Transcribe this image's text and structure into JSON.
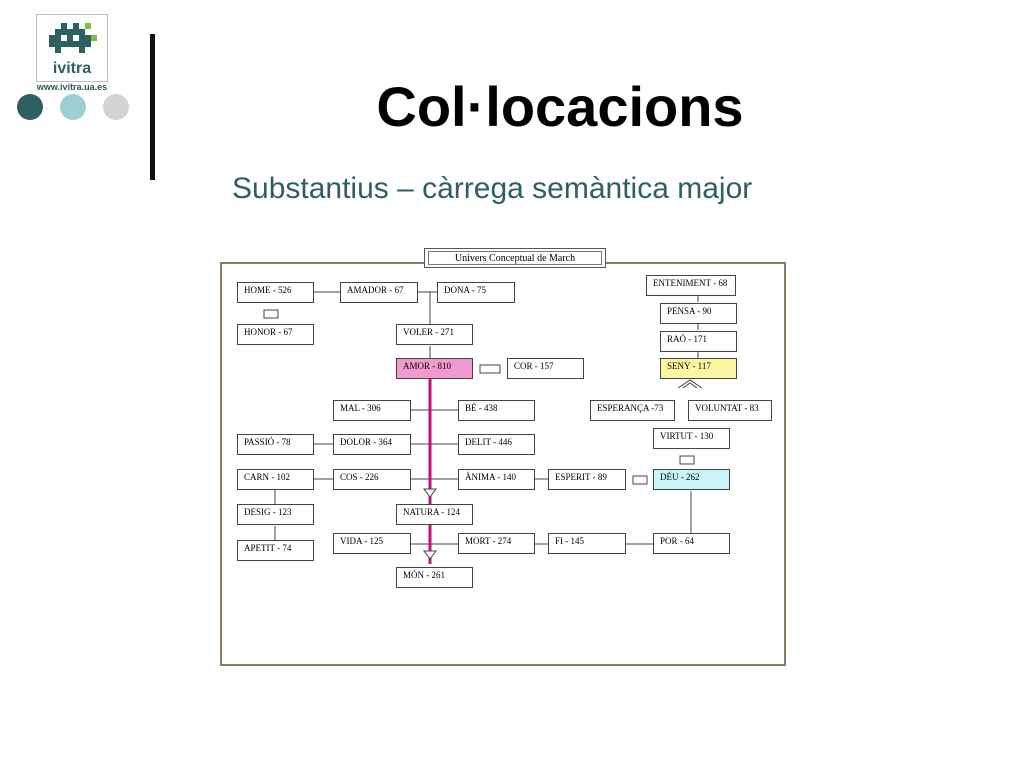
{
  "header": {
    "logo_text": "ivitra",
    "logo_url": "www.ivitra.ua.es",
    "title": "Col·locacions",
    "subtitle": "Substantius – càrrega semàntica major"
  },
  "diagram": {
    "title": "Univers Conceptual de March",
    "nodes": {
      "home": "HOME - 526",
      "amador": "AMADOR - 67",
      "dona": "DONA - 75",
      "honor": "HONOR - 67",
      "voler": "VOLER - 271",
      "amor": "AMOR - 810",
      "cor": "COR - 157",
      "mal": "MAL - 306",
      "be": "BÉ - 438",
      "passio": "PASSIÓ - 78",
      "dolor": "DOLOR - 364",
      "delit": "DELIT - 446",
      "carn": "CARN - 102",
      "cos": "COS - 226",
      "anima": "ÀNIMA - 140",
      "esperit": "ESPERIT - 89",
      "deu": "DÉU - 262",
      "desig": "DESIG - 123",
      "natura": "NATURA - 124",
      "apetit": "APETIT - 74",
      "vida": "VIDA - 125",
      "mort": "MORT - 274",
      "fi": "FI - 145",
      "por": "POR - 64",
      "mon": "MÓN - 261",
      "enteniment": "ENTENIMENT - 68",
      "pensa": "PENSA - 90",
      "rao": "RAÓ - 171",
      "seny": "SENY - 117",
      "esperanca": "ESPERANÇA -73",
      "voluntat": "VOLUNTAT - 83",
      "virtut": "VIRTUT - 130"
    }
  },
  "colors": {
    "accent": "#2e5f63",
    "amor_highlight": "#f29ad0",
    "seny_highlight": "#fbf7a0",
    "deu_highlight": "#c8f6f6",
    "magenta_line": "#c0137a"
  }
}
